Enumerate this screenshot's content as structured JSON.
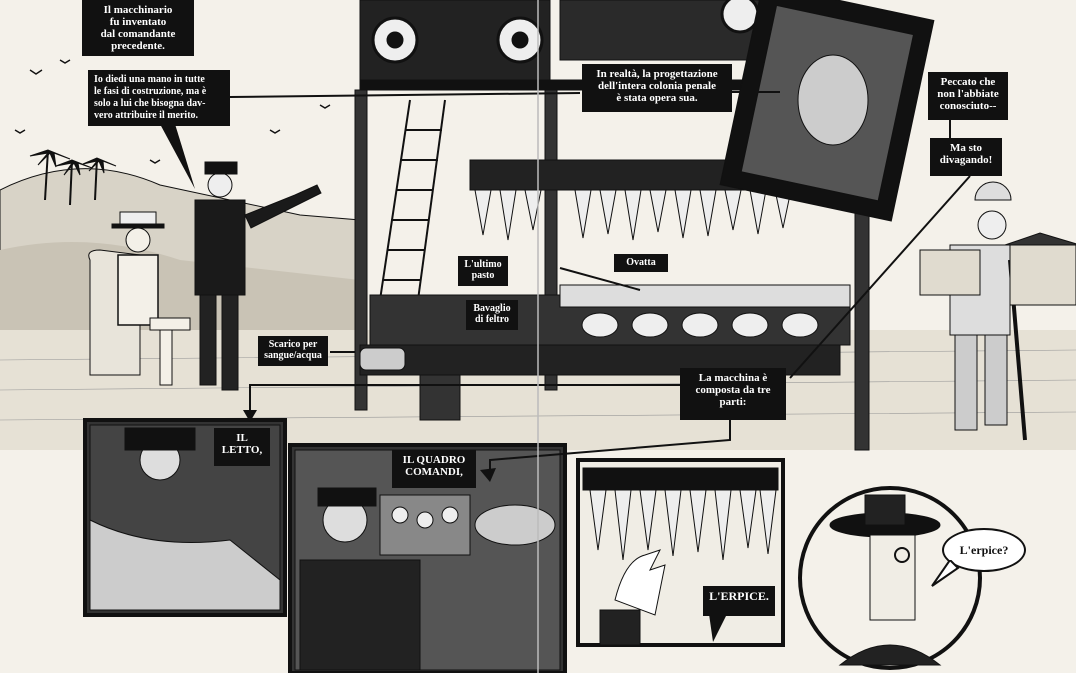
{
  "captions": {
    "inventor": "Il macchinario\nfu inventato\ndal comandante\nprecedente.",
    "helped": "Io diedi una mano in tutte\nle fasi di costruzione, ma è\nsolo a lui che bisogna dav-\nvero attribuire il merito.",
    "design": "In realtà, la progettazione\ndell'intera colonia penale\nè stata opera sua.",
    "pity": "Peccato che\nnon l'abbiate\nconosciuto--",
    "digress": "Ma sto\ndivagando!",
    "three_parts": "La macchina è\ncomposta da tre\nparti:",
    "bed": "IL\nLETTO,",
    "control": "IL QUADRO\nCOMANDI,",
    "harrow": "L'ERPICE."
  },
  "labels": {
    "last_meal": "L'ultimo\npasto",
    "wadding": "Ovatta",
    "gag": "Bavaglio\ndi feltro",
    "drain": "Scarico per\nsangue/acqua"
  },
  "speech": {
    "question": "L'erpice?"
  },
  "colors": {
    "ink": "#111111",
    "paper": "#f4f1ea"
  }
}
